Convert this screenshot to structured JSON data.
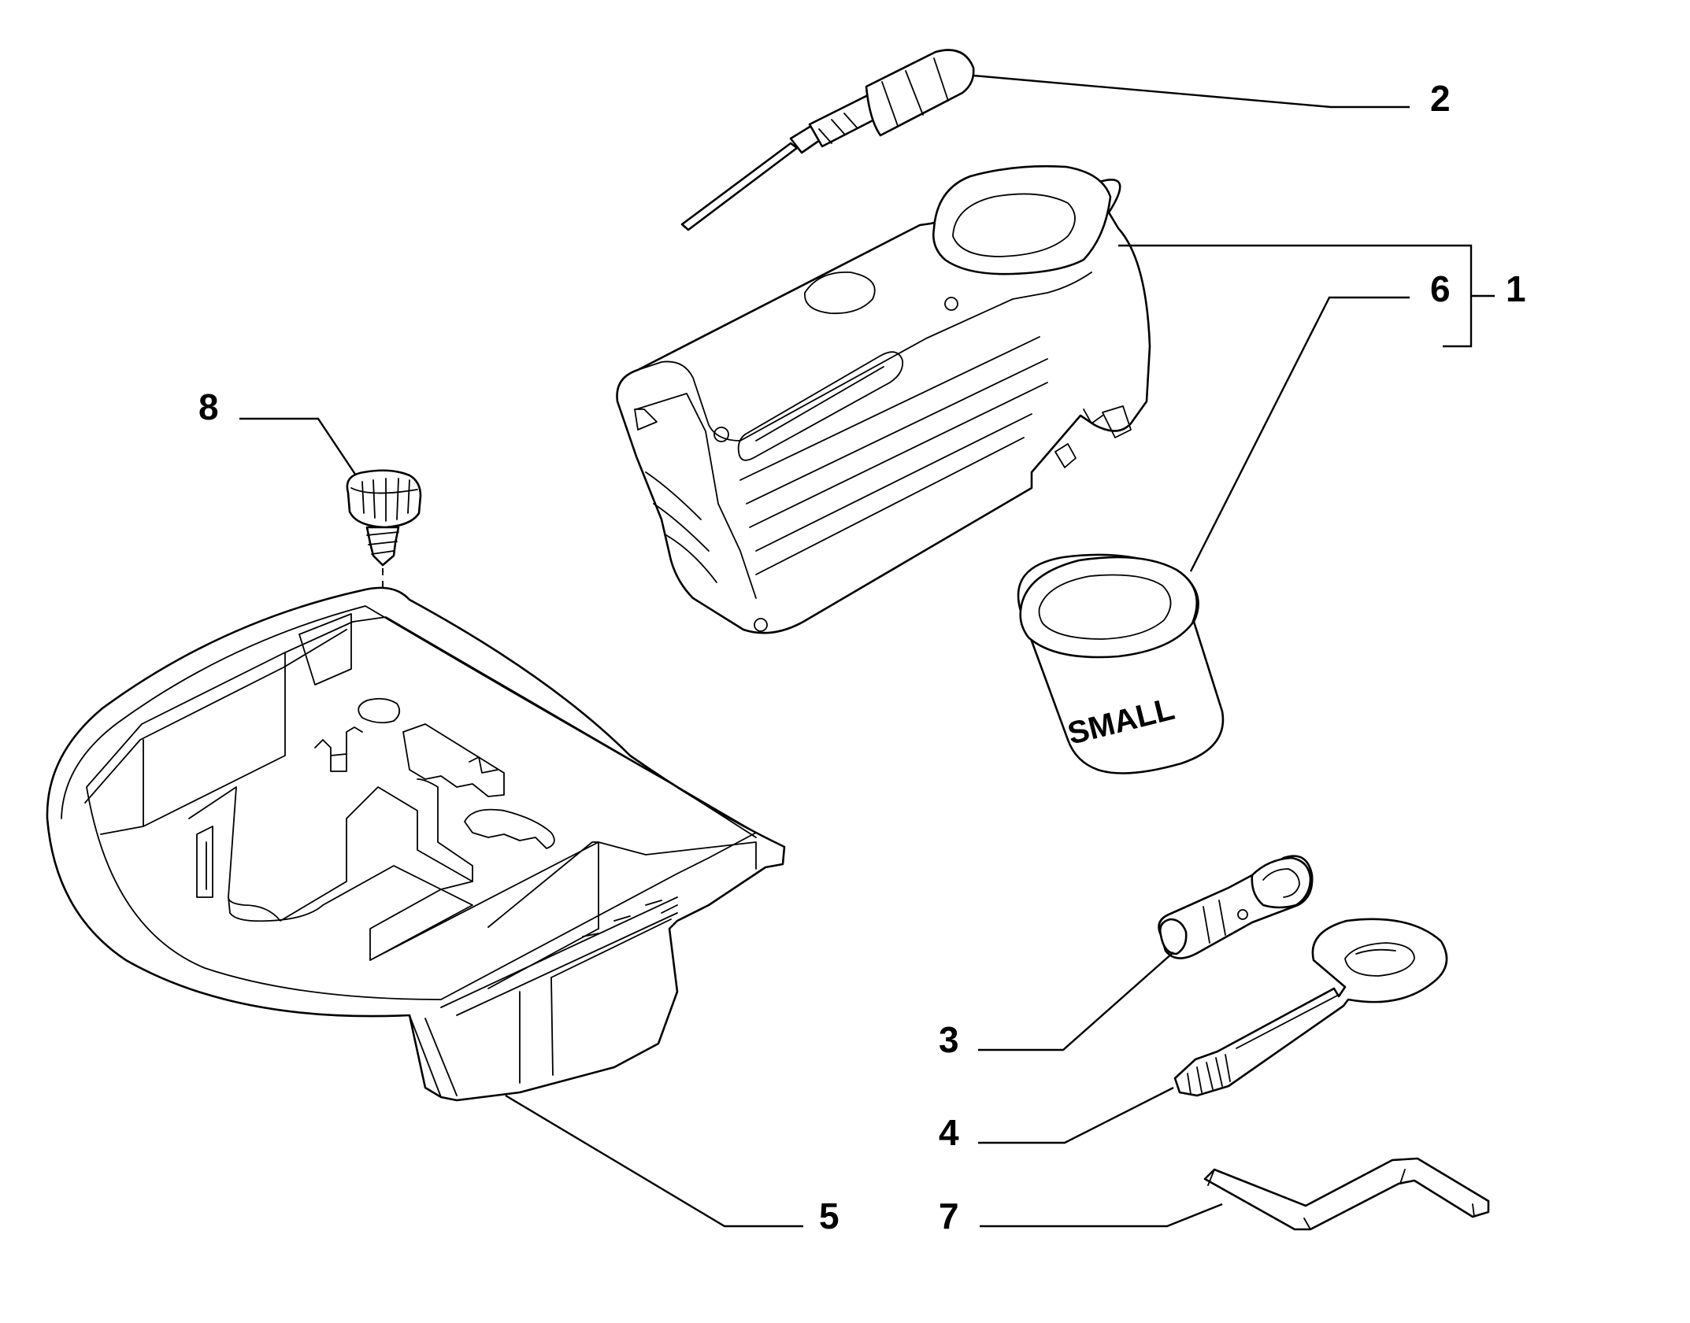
{
  "diagram": {
    "callouts": [
      {
        "id": "2",
        "label": "2"
      },
      {
        "id": "6",
        "label": "6"
      },
      {
        "id": "1",
        "label": "1"
      },
      {
        "id": "8",
        "label": "8"
      },
      {
        "id": "3",
        "label": "3"
      },
      {
        "id": "4",
        "label": "4"
      },
      {
        "id": "5",
        "label": "5"
      },
      {
        "id": "7",
        "label": "7"
      }
    ],
    "canister_text": "SMALL"
  }
}
